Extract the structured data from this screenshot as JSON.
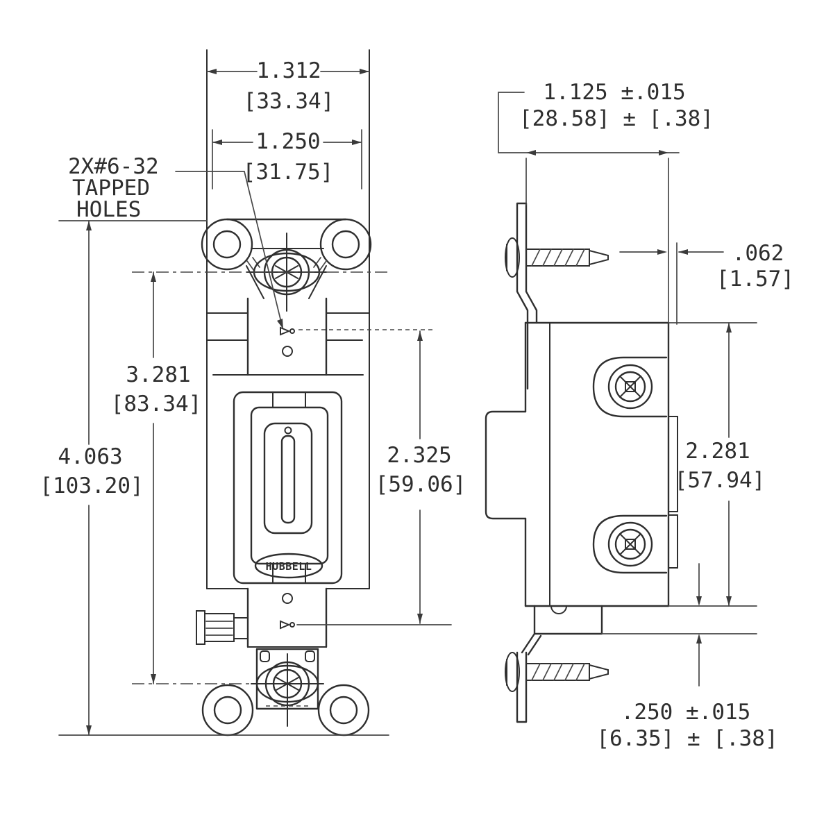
{
  "drawing": {
    "brand": "HUBBELL",
    "note": [
      "2X#6-32",
      "TAPPED",
      "HOLES"
    ],
    "dims": {
      "front_width": {
        "in": "1.312",
        "mm": "[33.34]"
      },
      "front_plate": {
        "in": "1.250",
        "mm": "[31.75]"
      },
      "mount_spacing": {
        "in": "3.281",
        "mm": "[83.34]"
      },
      "overall_len": {
        "in": "4.063",
        "mm": "[103.20]"
      },
      "tapped_span": {
        "in": "2.325",
        "mm": "[59.06]"
      },
      "depth": {
        "in": "1.125 ±.015",
        "mm": "[28.58] ± [.38]"
      },
      "strap_thick": {
        "in": ".062",
        "mm": "[1.57]"
      },
      "body_height": {
        "in": "2.281",
        "mm": "[57.94]"
      },
      "bracket_offset": {
        "in": ".250 ±.015",
        "mm": "[6.35] ± [.38]"
      }
    }
  }
}
